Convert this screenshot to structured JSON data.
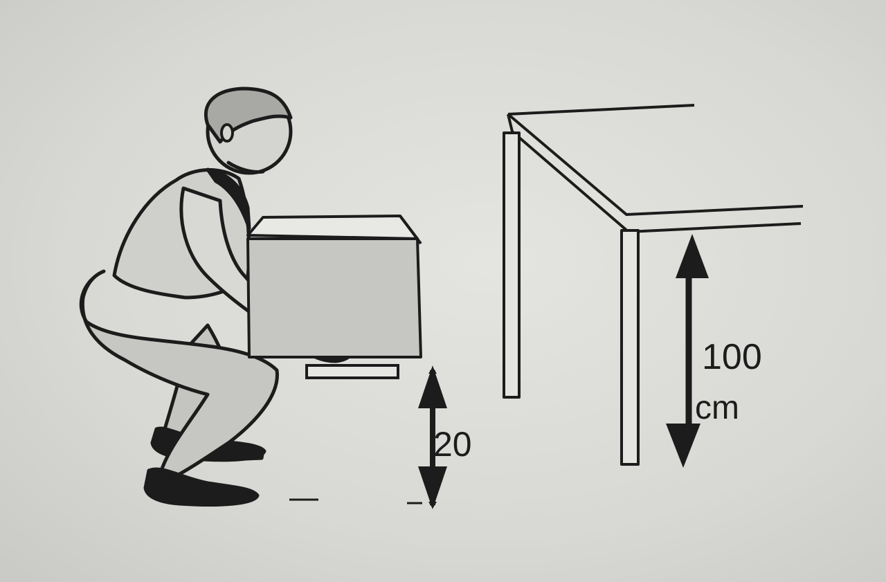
{
  "labels": {
    "box_height_value": "20",
    "table_height_value": "100",
    "table_height_unit": "cm"
  },
  "colors": {
    "background": "#dcdcd9",
    "ink": "#1c1c1c",
    "fill": "#c6c6c3"
  }
}
